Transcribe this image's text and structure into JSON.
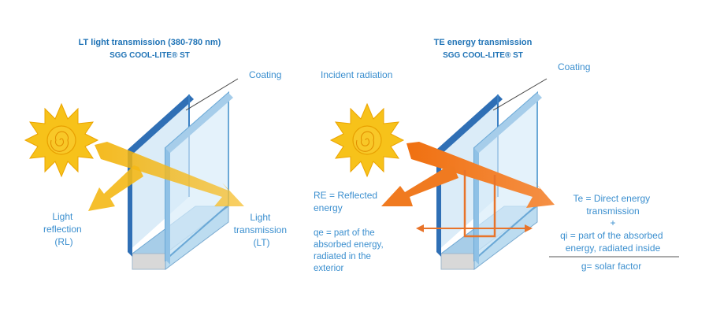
{
  "left_panel": {
    "title": "LT light transmission (380-780 nm)",
    "subtitle": "SGG COOL-LITE® ST",
    "coating_label": "Coating",
    "reflection_label": [
      "Light",
      "reflection",
      "(RL)"
    ],
    "transmission_label": [
      "Light",
      "transmission",
      "(LT)"
    ]
  },
  "right_panel": {
    "title": "TE energy transmission",
    "subtitle": "SGG COOL-LITE® ST",
    "coating_label": "Coating",
    "incident_label": "Incident radiation",
    "reflected_label": [
      "RE = Reflected",
      "energy"
    ],
    "qe_label": [
      "qe = part of the",
      "absorbed energy,",
      "radiated  in the",
      "exterior"
    ],
    "te_label": [
      "Te = Direct energy",
      "transmission"
    ],
    "plus_sign": "+",
    "qi_label": [
      "qi = part of the absorbed",
      "energy, radiated inside"
    ],
    "g_label": "g= solar factor"
  },
  "colors": {
    "glass_blue": "#3b8fcf",
    "light_arrow": "#f2b000",
    "energy_arrow": "#f08020",
    "sun": "#f7c21a"
  }
}
